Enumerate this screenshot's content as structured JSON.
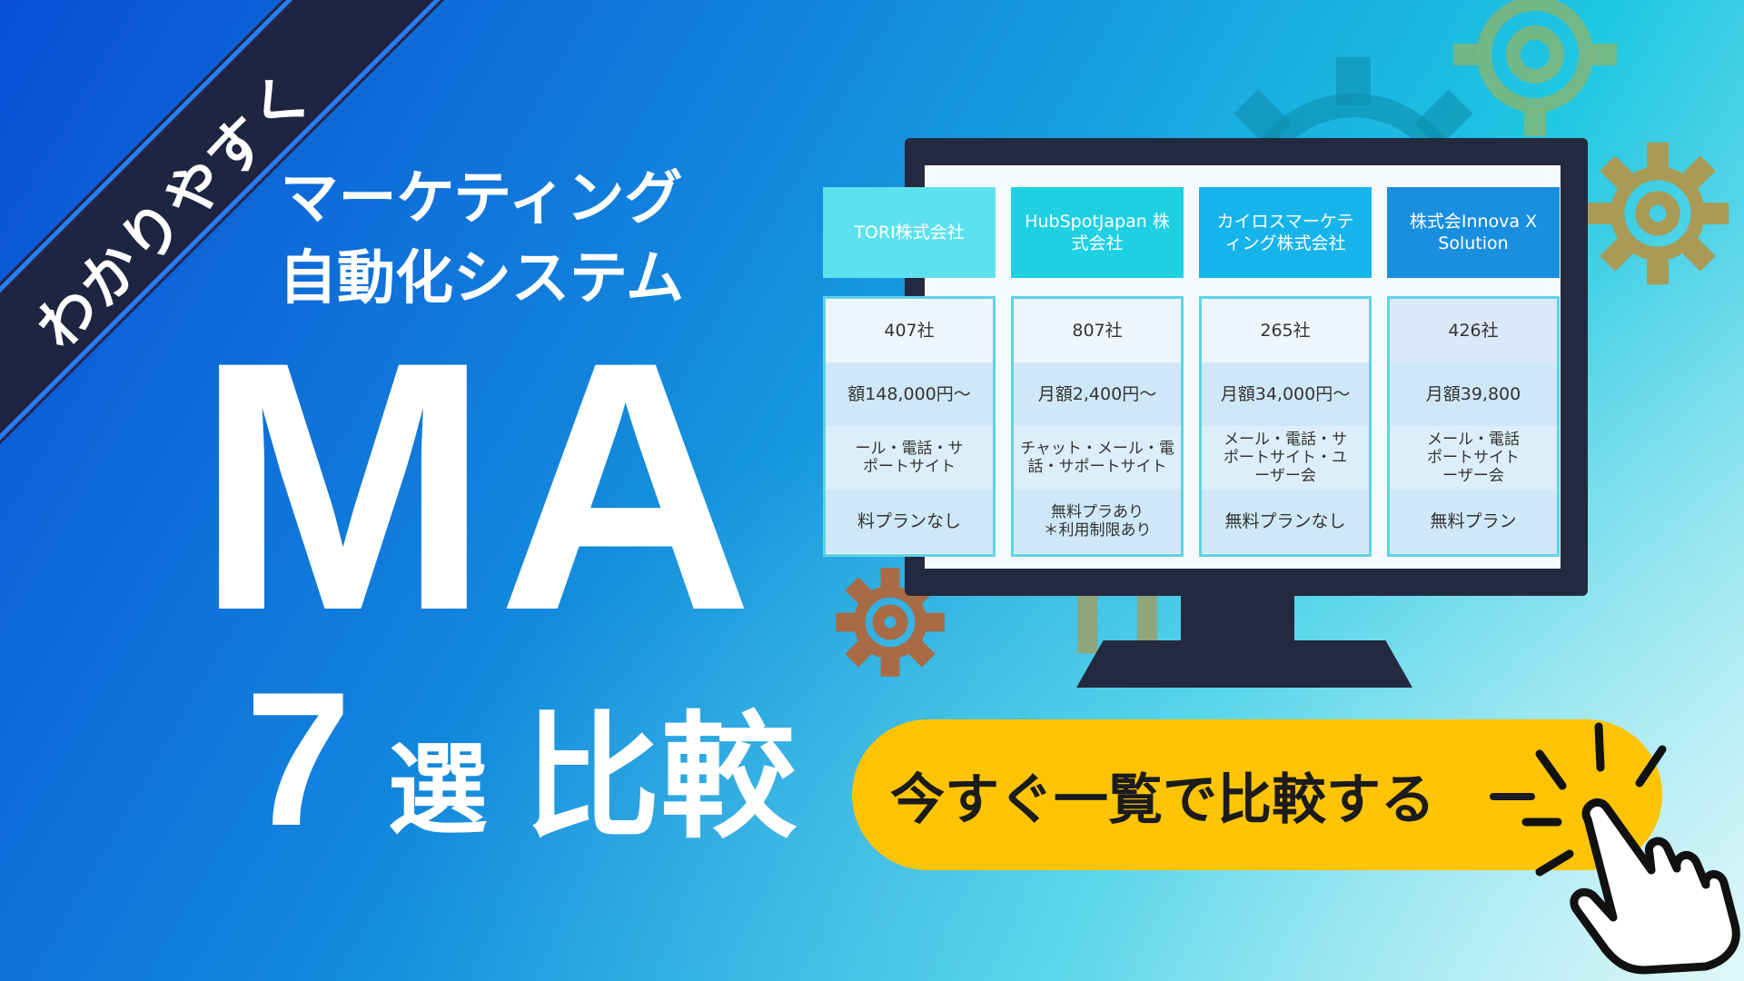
{
  "ribbon": {
    "label": "わかりやすく"
  },
  "subtitle": {
    "line1": "マーケティング",
    "line2": "自動化システム"
  },
  "title": "MA",
  "select": {
    "number": "7",
    "sen": "選",
    "hikaku": "比較"
  },
  "table": {
    "columns": [
      {
        "header": "TORI株式会社",
        "color": "#5ee1ee",
        "customers": "407社",
        "price": "額148,000円〜",
        "support": "ール・電話・サ\nポートサイト",
        "plan": "料プランなし"
      },
      {
        "header": "HubSpotJapan\n株式会社",
        "color": "#1ed0e2",
        "customers": "807社",
        "price": "月額2,400円〜",
        "support": "チャット・メール・電\n話・サポートサイト",
        "plan": "無料プラあり\n＊利用制限あり"
      },
      {
        "header": "カイロスマーケテ\nィング株式会社",
        "color": "#16b4ea",
        "customers": "265社",
        "price": "月額34,000円〜",
        "support": "メール・電話・サ\nポートサイト・ユ\nーザー会",
        "plan": "無料プランなし"
      },
      {
        "header": "株式会Innova\nX Solution",
        "color": "#1a8fe0",
        "customers": "426社",
        "price": "月額39,800",
        "support": "メール・電話\nポートサイト\nーザー会",
        "plan": "無料プラン"
      }
    ]
  },
  "cta": {
    "label": "今すぐ一覧で比較する"
  },
  "icons": [
    "gear-icon",
    "pointing-hand-icon"
  ],
  "colors": {
    "ribbon": "#1e2540",
    "cta": "#fdc404",
    "monitor": "#232a3f"
  }
}
